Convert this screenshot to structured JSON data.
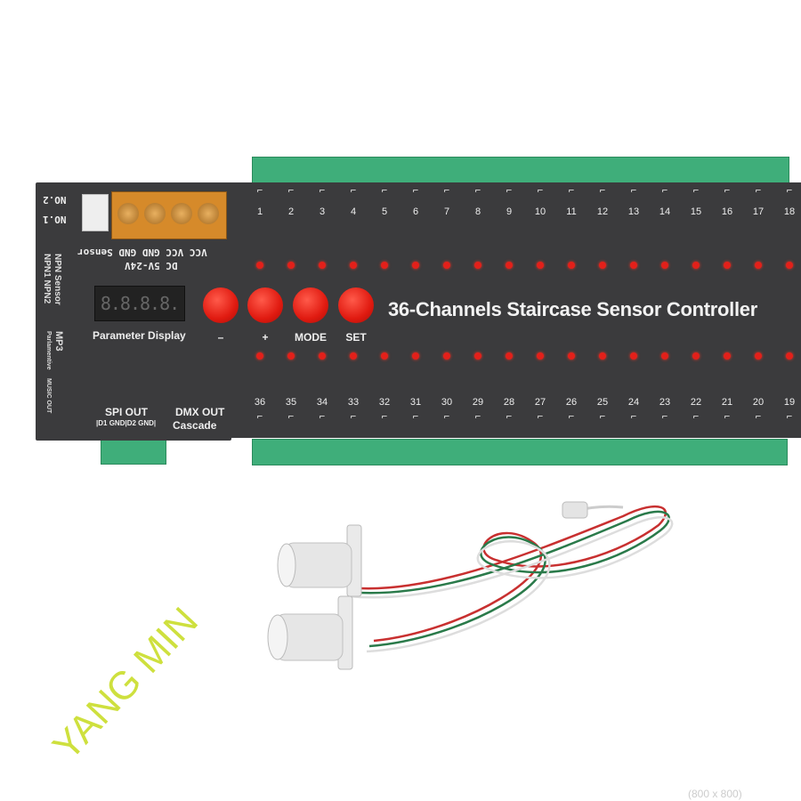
{
  "product": {
    "title": "36-Channels Staircase Sensor Controller",
    "display_label": "Parameter Display",
    "display_digits": "8.8.8.8.",
    "power_label": "DC 5V-24V",
    "power_pins": "VCC VCC GND GND Sensor",
    "sensor_ports": [
      "NO.2",
      "NO.1"
    ],
    "side_labels": [
      "NPN Sensor",
      "NPN1 NPN2",
      "MP3",
      "Parlamentive",
      "MUSIC OUT"
    ],
    "spi_out": "SPI OUT",
    "spi_pins": "|D1 GND|D2 GND|",
    "dmx_out": "DMX OUT",
    "dmx_sub": "Cascade",
    "buttons": [
      {
        "label": "–",
        "color": "#e01a10"
      },
      {
        "label": "+",
        "color": "#e01a10"
      },
      {
        "label": "MODE",
        "color": "#e01a10"
      },
      {
        "label": "SET",
        "color": "#e01a10"
      }
    ],
    "top_channels": [
      "1",
      "2",
      "3",
      "4",
      "5",
      "6",
      "7",
      "8",
      "9",
      "10",
      "11",
      "12",
      "13",
      "14",
      "15",
      "16",
      "17",
      "18"
    ],
    "bottom_channels": [
      "36",
      "35",
      "34",
      "33",
      "32",
      "31",
      "30",
      "29",
      "28",
      "27",
      "26",
      "25",
      "24",
      "23",
      "22",
      "21",
      "20",
      "19"
    ],
    "led_color": "#e3201a",
    "body_color": "#3b3b3d",
    "terminal_color": "#3fae7a"
  },
  "watermark": "YANG MIN",
  "size_caption": "(800 x 800)"
}
